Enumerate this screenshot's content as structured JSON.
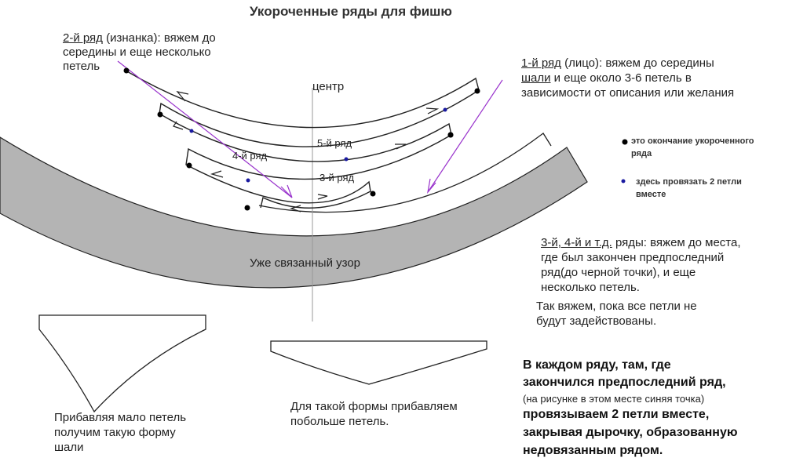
{
  "title": "Укороченные ряды для фишю",
  "center_label": "центр",
  "row2_note": {
    "underlined": "2-й ряд",
    "rest_line1": " (изнанка): вяжем до",
    "line2": "середины и еще несколько",
    "line3": "петель"
  },
  "row1_note": {
    "underlined": "1-й ряд",
    "rest_line1": " (лицо): вяжем до середины",
    "line2_underlined": "шали",
    "line2_rest": " и еще около 3-6 петель в",
    "line3": "зависимости от описания или желания"
  },
  "row_labels": {
    "row5": "5-й ряд",
    "row4": "4-й ряд",
    "row3": "3-й ряд"
  },
  "legend": {
    "black_dot": {
      "line1": "это окончание укороченного",
      "line2": "ряда",
      "color": "#000000"
    },
    "blue_dot": {
      "line1": "здесь  провязать 2 петли",
      "line2": "вместе",
      "color": "#1a1aa0"
    }
  },
  "band_label": "Уже связанный узор",
  "rows3_note": {
    "underlined": "3-й, 4-й и т.д.",
    "rest_line1": " ряды: вяжем до места,",
    "line2": "где был закончен предпоследний",
    "line3": "ряд(до черной точки), и еще",
    "line4": "несколько петель.",
    "line5": "Так вяжем, пока все петли не",
    "line6": "будут задействованы."
  },
  "shape_left_caption": [
    "Прибавляя мало петель",
    "получим такую форму",
    "шали"
  ],
  "shape_right_caption": [
    "Для такой формы прибавляем",
    "побольше петель."
  ],
  "bold_note": {
    "line1": "В каждом ряду, там, где",
    "line2": "закончился предпоследний ряд,",
    "line3_small": "(на рисунке в этом месте синяя точка)",
    "line4": "провязываем 2 петли вместе,",
    "line5": "закрывая дырочку, образованную",
    "line6": "недовязанным рядом."
  },
  "colors": {
    "band": "#b4b4b4",
    "arrow": "#9933cc",
    "dot_blue": "#1a1aa0"
  }
}
